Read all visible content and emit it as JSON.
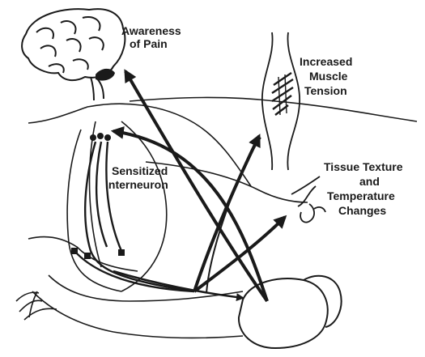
{
  "labels": {
    "pain_line1": "Awareness",
    "pain_line2": "of Pain",
    "muscle_line1": "Increased",
    "muscle_line2": "Muscle",
    "muscle_line3": "Tension",
    "interneuron_line1": "Sensitized",
    "interneuron_line2": "Interneuron",
    "tissue_line1": "Tissue Texture",
    "tissue_line2": "and",
    "tissue_line3": "Temperature",
    "tissue_line4": "Changes"
  },
  "colors": {
    "ink": "#1a1a1a",
    "background": "#ffffff"
  },
  "icons": [
    "brain-icon",
    "muscle-icon",
    "organ-icon",
    "skin-receptor-icon",
    "hand-signature-icon"
  ]
}
